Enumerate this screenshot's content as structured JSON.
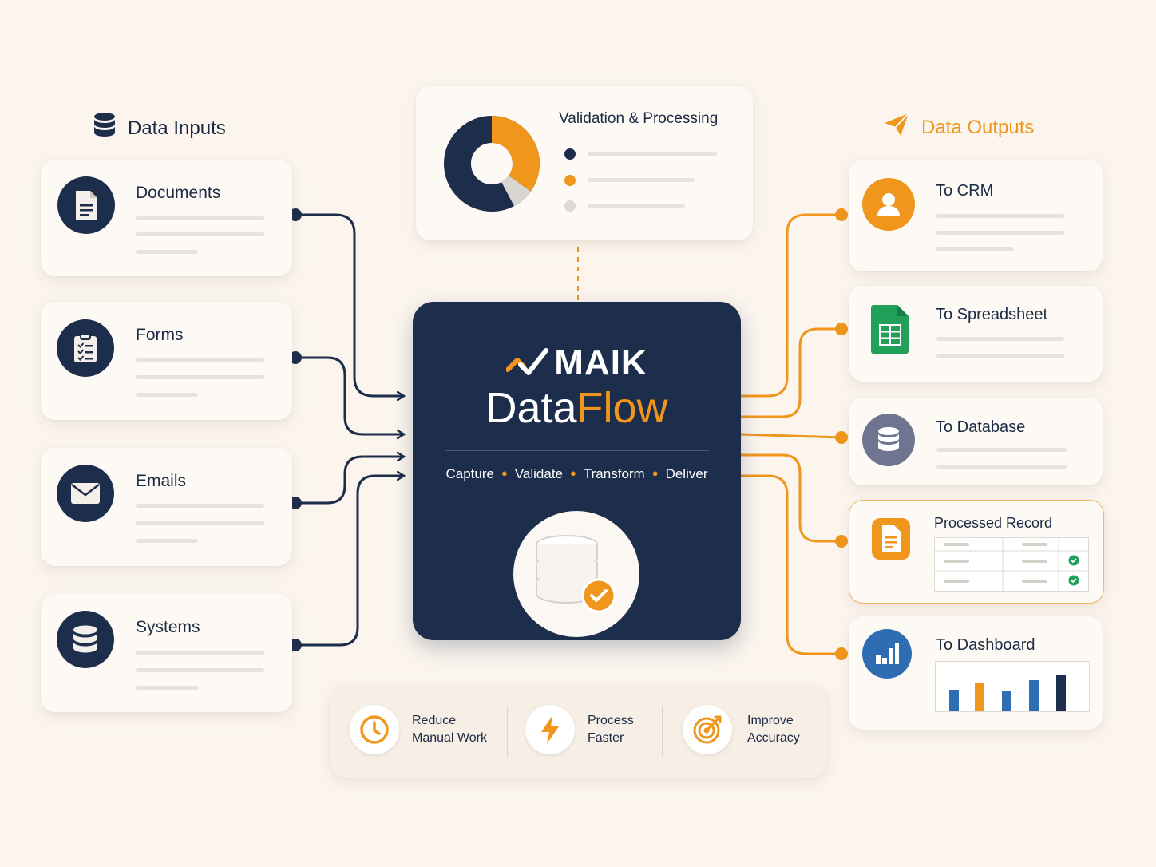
{
  "inputs": {
    "heading": "Data Inputs",
    "items": [
      {
        "label": "Documents",
        "icon": "document-icon"
      },
      {
        "label": "Forms",
        "icon": "clipboard-icon"
      },
      {
        "label": "Emails",
        "icon": "envelope-icon"
      },
      {
        "label": "Systems",
        "icon": "database-icon"
      }
    ]
  },
  "processing": {
    "title": "Validation & Processing"
  },
  "hub": {
    "brand": "MAIK",
    "title_primary": "Data",
    "title_accent": "Flow",
    "steps": [
      "Capture",
      "Validate",
      "Transform",
      "Deliver"
    ]
  },
  "outputs": {
    "heading": "Data Outputs",
    "items": [
      {
        "label": "To CRM",
        "icon": "user-icon"
      },
      {
        "label": "To Spreadsheet",
        "icon": "spreadsheet-icon"
      },
      {
        "label": "To Database",
        "icon": "database-icon"
      },
      {
        "label": "Processed Record",
        "icon": "document-icon"
      },
      {
        "label": "To Dashboard",
        "icon": "bar-chart-icon"
      }
    ]
  },
  "benefits": [
    {
      "line1": "Reduce",
      "line2": "Manual Work",
      "icon": "clock-icon"
    },
    {
      "line1": "Process",
      "line2": "Faster",
      "icon": "lightning-icon"
    },
    {
      "line1": "Improve",
      "line2": "Accuracy",
      "icon": "target-icon"
    }
  ],
  "colors": {
    "navy": "#1d2d4c",
    "orange": "#f0961c",
    "green": "#21a05a",
    "slate": "#6f7590",
    "blue": "#2f6db3"
  }
}
